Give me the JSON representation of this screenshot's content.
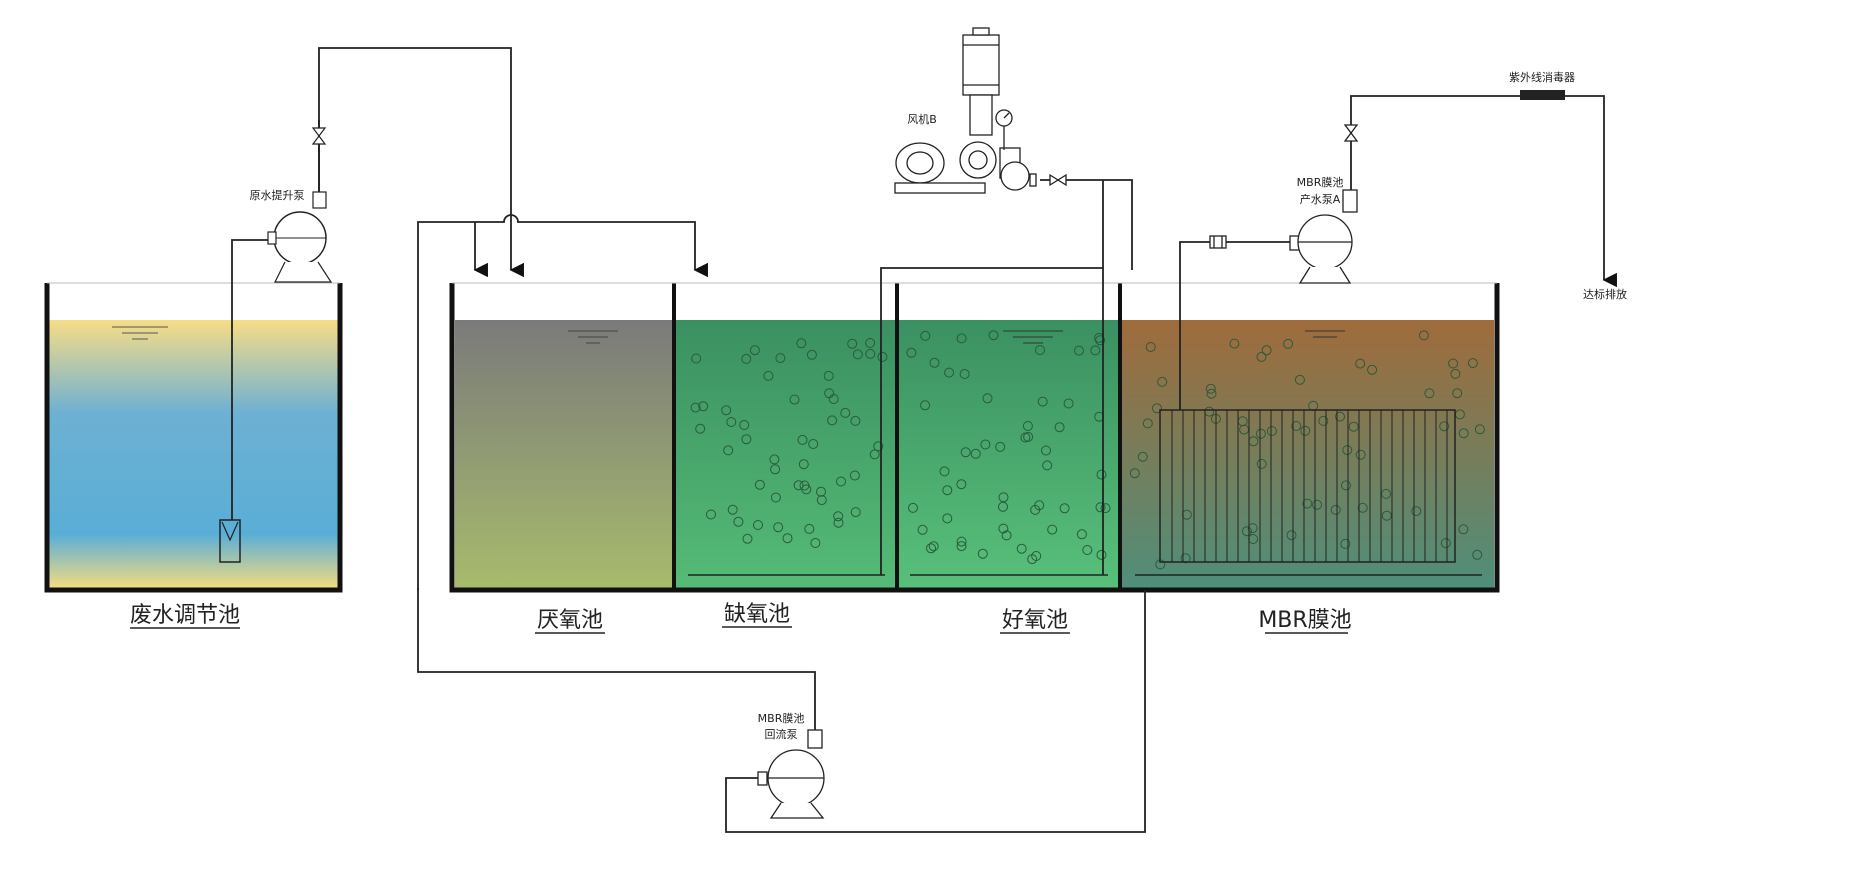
{
  "tanks": {
    "regulating": "废水调节池",
    "anaerobic": "厌氧池",
    "anoxic": "缺氧池",
    "aerobic": "好氧池",
    "mbr": "MBR膜池"
  },
  "equipment": {
    "raw_pump": "原水提升泵",
    "blower": "风机B",
    "mbr_pump_line1": "MBR膜池",
    "mbr_pump_line2": "产水泵A",
    "return_pump_line1": "MBR膜池",
    "return_pump_line2": "回流泵",
    "uv": "紫外线消毒器",
    "discharge": "达标排放"
  },
  "colors": {
    "regulating": [
      "#f7dd86",
      "#6db0d3",
      "#5aaed6",
      "#f3dc80"
    ],
    "anaerobic": [
      "#7a7a7a",
      "#a7bb6c"
    ],
    "anoxic": [
      "#3b9061",
      "#55bb76"
    ],
    "aerobic": [
      "#3b9061",
      "#58c07a"
    ],
    "mbr": [
      "#a06b3b",
      "#4f8f7a"
    ],
    "line": "#222222"
  }
}
